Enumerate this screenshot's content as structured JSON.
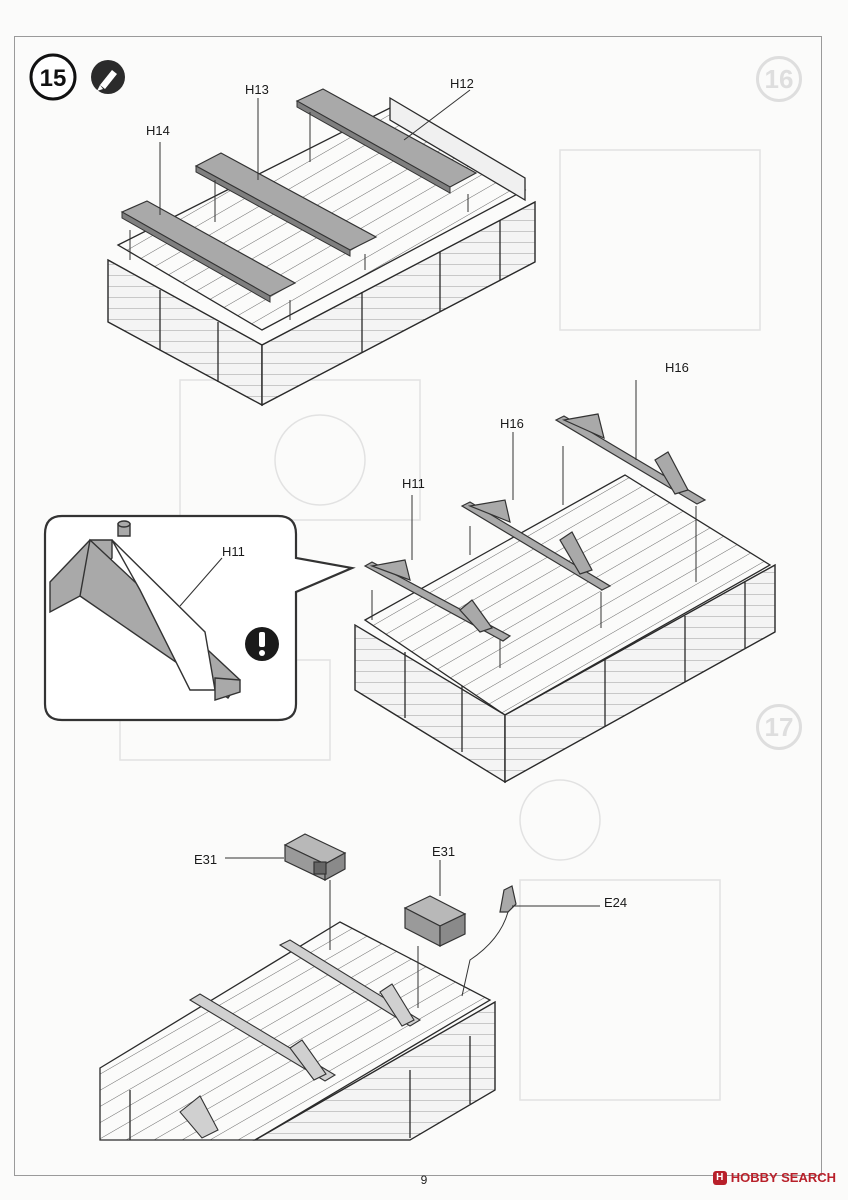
{
  "step": {
    "number": "15",
    "icon": "paint-brush-icon"
  },
  "ghost_steps": [
    "16",
    "17"
  ],
  "parts": {
    "h12": "H12",
    "h13": "H13",
    "h14": "H14",
    "h16a": "H16",
    "h16b": "H16",
    "h11a": "H11",
    "h11_detail": "H11",
    "e31a": "E31",
    "e31b": "E31",
    "e24": "E24"
  },
  "callout": {
    "icon": "exclamation-warning-icon"
  },
  "footer": {
    "page_number": "9",
    "watermark": "HOBBY SEARCH"
  },
  "colors": {
    "part_fill": "#a9a9a9",
    "line": "#2a2a2a",
    "ghost": "#d8d8d8"
  }
}
